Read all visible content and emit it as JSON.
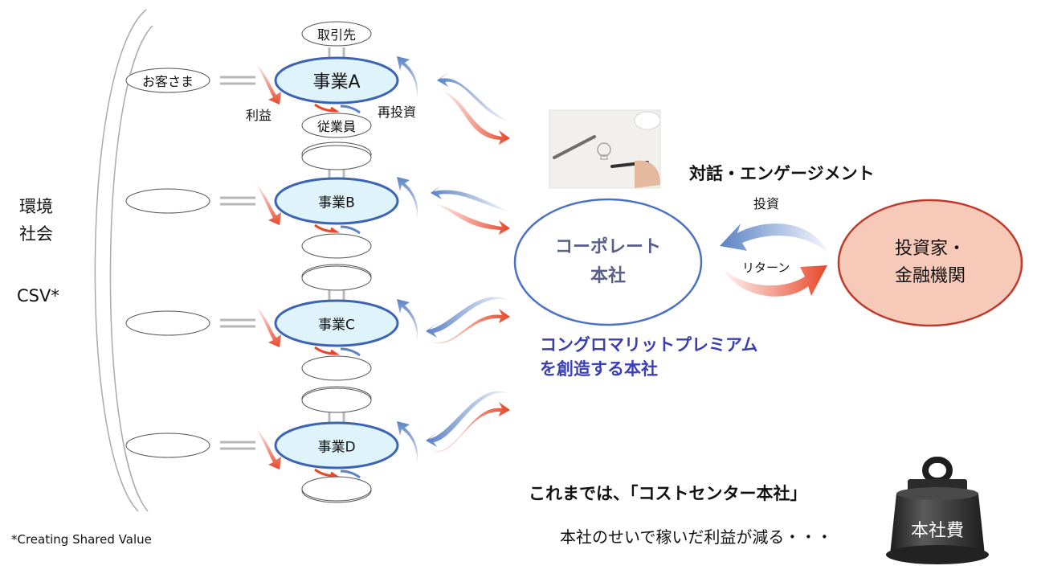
{
  "left_bracket": {
    "label_lines": [
      "環境",
      "社会"
    ],
    "csv": "CSV*"
  },
  "footnote": "*Creating Shared Value",
  "businesses": [
    {
      "name": "事業A",
      "customer": "お客さま",
      "supplier": "取引先",
      "employee": "従業員"
    },
    {
      "name": "事業B",
      "customer": "",
      "supplier": "",
      "employee": ""
    },
    {
      "name": "事業C",
      "customer": "",
      "supplier": "",
      "employee": ""
    },
    {
      "name": "事業D",
      "customer": "",
      "supplier": "",
      "employee": ""
    }
  ],
  "flow_labels": {
    "profit": "利益",
    "reinvest": "再投資"
  },
  "hq": {
    "line1": "コーポレート",
    "line2": "本社",
    "caption_line1": "コングロマリットプレミアム",
    "caption_line2": "を創造する本社"
  },
  "engagement": {
    "title": "対話・エンゲージメント",
    "invest": "投資",
    "return": "リターン"
  },
  "investors": {
    "line1": "投資家・",
    "line2": "金融機関"
  },
  "cost_center": {
    "statement": "これまでは、「コストセンター本社」",
    "sub": "本社のせいで稼いだ利益が減る・・・",
    "weight_label": "本社費"
  },
  "colors": {
    "business_fill": "#dff3fb",
    "business_stroke": "#3d64b3",
    "hq_stroke": "#4a72c4",
    "hq_text": "#5a5f8a",
    "caption_text": "#3a3fb3",
    "investor_fill": "#f7c9b8",
    "investor_stroke": "#c0392b",
    "red_arrow": "#e8472a",
    "blue_arrow": "#5b82c4",
    "gray_arrow": "#b8b8b8",
    "weight_body": "#3a3a3a"
  }
}
